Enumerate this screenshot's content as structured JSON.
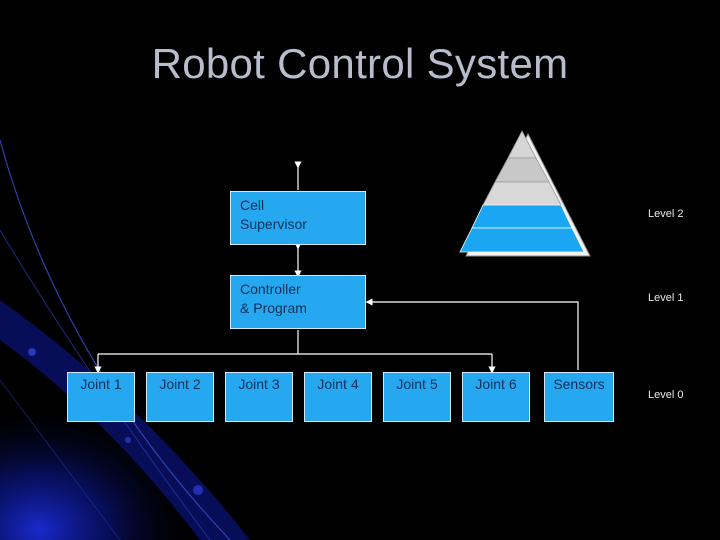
{
  "slide": {
    "title": "Robot Control System"
  },
  "diagram": {
    "cell_supervisor": "Cell\nSupervisor",
    "controller": "Controller\n& Program",
    "joints": [
      "Joint 1",
      "Joint 2",
      "Joint 3",
      "Joint 4",
      "Joint 5",
      "Joint 6"
    ],
    "sensors": "Sensors",
    "levels": [
      "Level 2",
      "Level 1",
      "Level 0"
    ]
  },
  "colors": {
    "box_fill": "#26a8f0",
    "title": "#b9bccc",
    "connector": "#ffffff",
    "pyramid_light": "#d4d4d4",
    "pyramid_active": "#1aa6f2"
  }
}
